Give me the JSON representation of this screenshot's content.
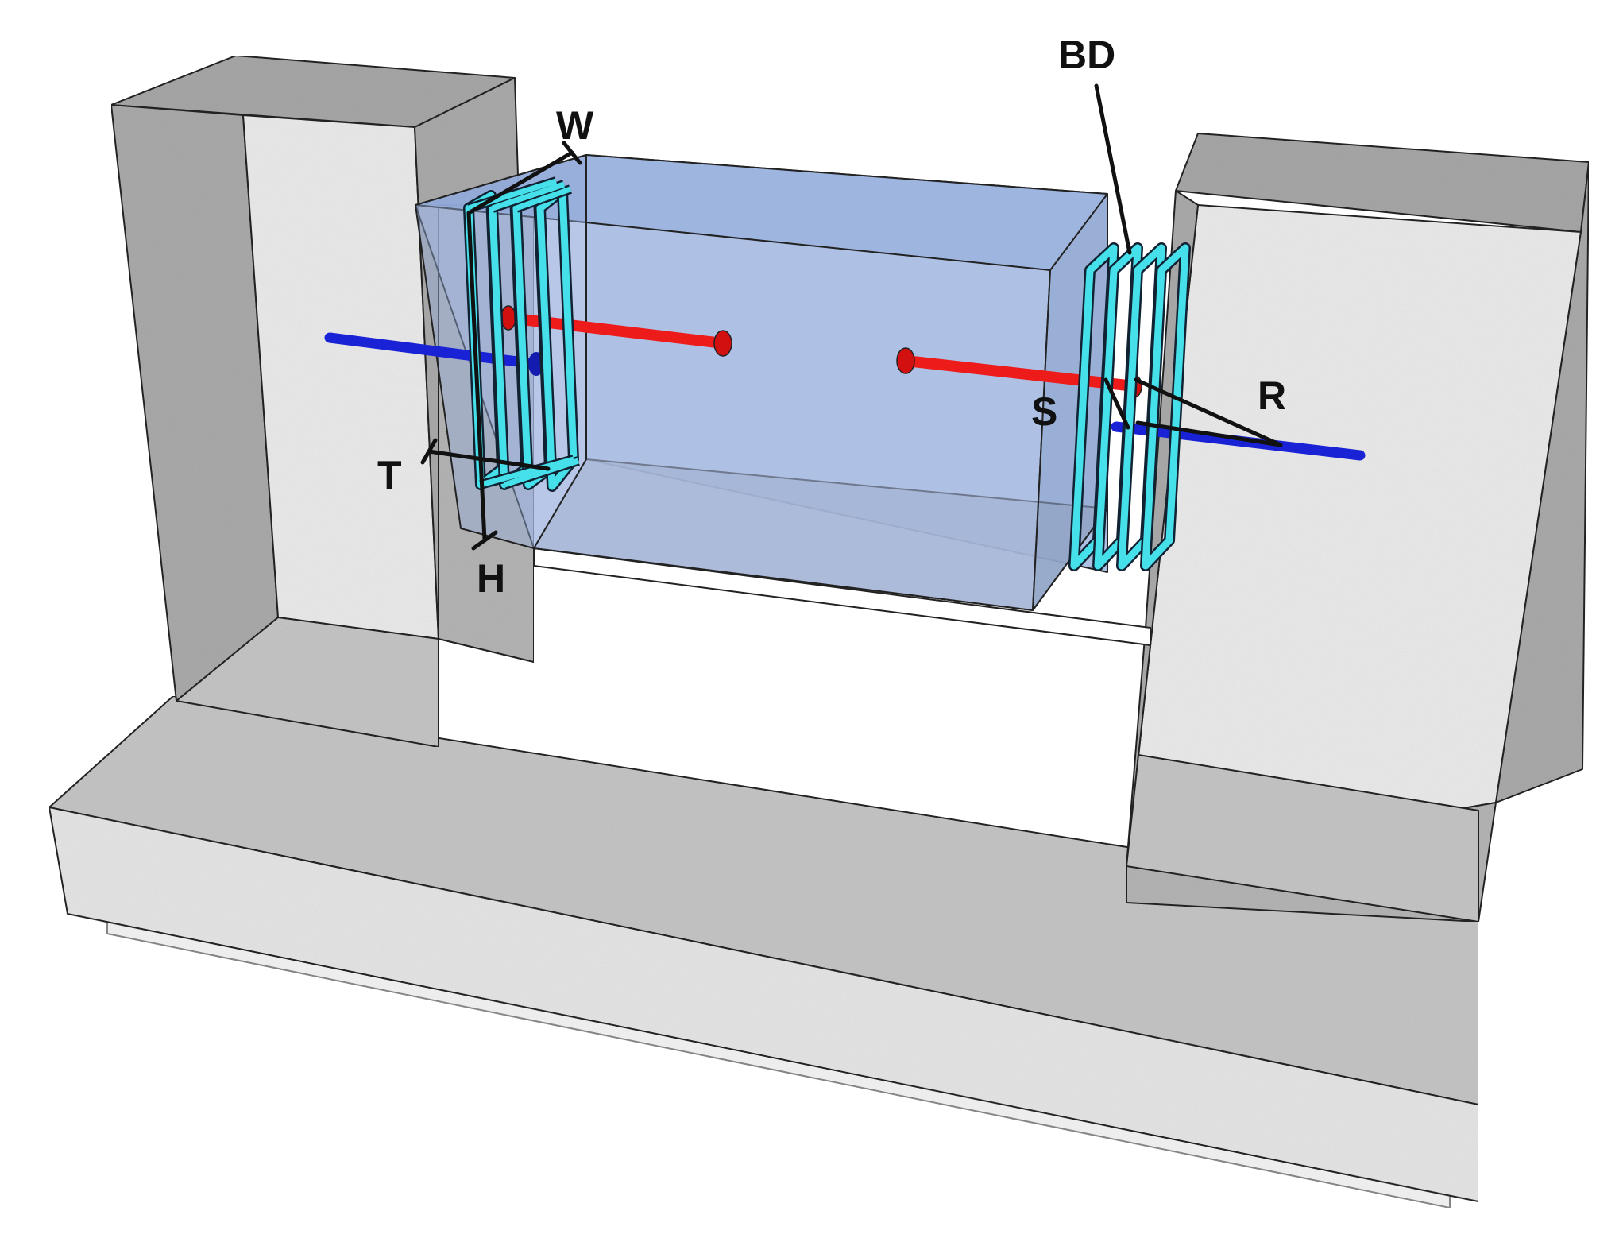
{
  "labels": {
    "W": "W",
    "BD": "BD",
    "T": "T",
    "H": "H",
    "S": "S",
    "R": "R"
  },
  "colors": {
    "concrete_light": "#e6e6e6",
    "concrete_mid": "#bdbdbd",
    "concrete_dark": "#9e9e9e",
    "joint_fill": "#8fa9d9",
    "stirrup": "#46e0ea",
    "rebar_red": "#ee1b1b",
    "rebar_blue": "#1a22d6",
    "outline": "#222222"
  },
  "components": [
    "left-abutment",
    "right-abutment",
    "base-slab",
    "transparent-joint-block",
    "stirrups-left",
    "stirrups-right",
    "red-dowel-bars",
    "blue-rebars"
  ]
}
